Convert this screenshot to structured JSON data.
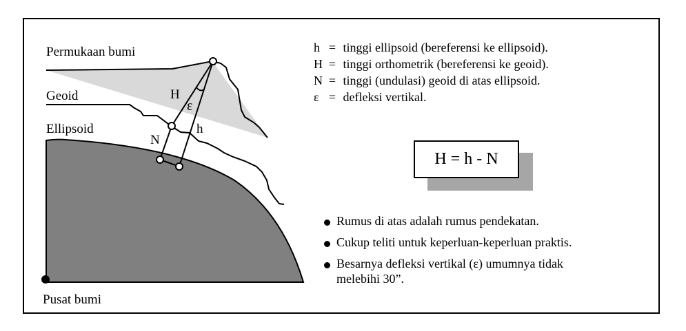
{
  "labels": {
    "surface": "Permukaan bumi",
    "geoid": "Geoid",
    "ellipsoid": "Ellipsoid",
    "center": "Pusat bumi",
    "H": "H",
    "h": "h",
    "N": "N",
    "epsilon": "ε"
  },
  "definitions": [
    {
      "symbol": "h",
      "text": "tinggi ellipsoid (bereferensi ke ellipsoid)."
    },
    {
      "symbol": "H",
      "text": "tinggi orthometrik (bereferensi ke geoid)."
    },
    {
      "symbol": "N",
      "text": "tinggi (undulasi) geoid di atas ellipsoid."
    },
    {
      "symbol": "ε",
      "text": "defleksi vertikal."
    }
  ],
  "equals_sign": "=",
  "formula": "H = h - N",
  "notes": [
    {
      "line1": "Rumus di atas adalah rumus pendekatan.",
      "line2": ""
    },
    {
      "line1": "Cukup teliti untuk keperluan-keperluan praktis.",
      "line2": ""
    },
    {
      "line1": "Besarnya defleksi vertikal (ε) umumnya tidak",
      "line2": "melebihi 30”."
    }
  ],
  "colors": {
    "ellipsoid_fill": "#808080",
    "surface_band_fill": "#d9d9d9",
    "formula_shadow": "#a6a6a6",
    "line": "#000000"
  }
}
